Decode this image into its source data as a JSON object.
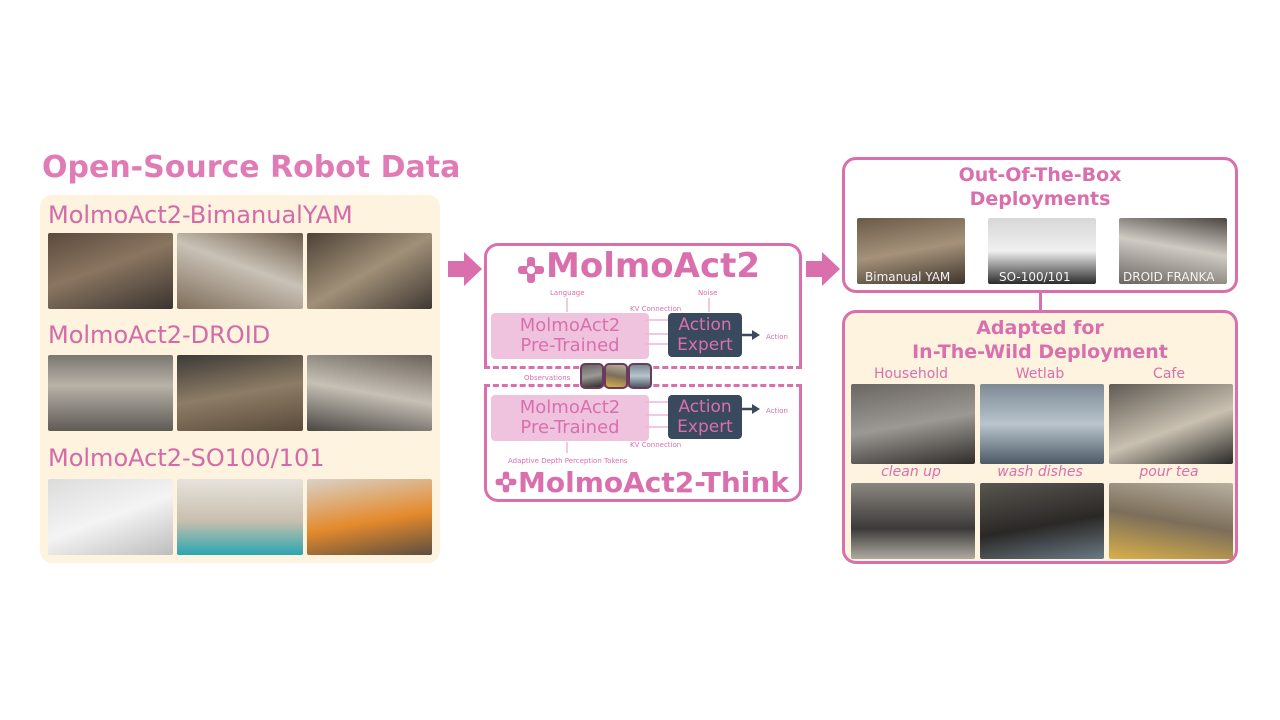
{
  "left": {
    "title": "Open-Source Robot Data",
    "datasets": [
      {
        "label": "MolmoAct2-BimanualYAM"
      },
      {
        "label": "MolmoAct2-DROID"
      },
      {
        "label": "MolmoAct2-SO100/101"
      }
    ]
  },
  "model": {
    "name": "MolmoAct2",
    "think_name": "MolmoAct2-Think",
    "language_label": "Language",
    "noise_label": "Noise",
    "kv_label_top": "KV Connection",
    "kv_label_bottom": "KV Connection",
    "observations_label": "Observations",
    "depth_label": "Adaptive Depth Perception Tokens",
    "action_label_top": "Action",
    "action_label_bottom": "Action",
    "pretrained_line1": "MolmoAct2",
    "pretrained_line2": "Pre-Trained",
    "expert_line1": "Action",
    "expert_line2": "Expert"
  },
  "deploy": {
    "title_line1": "Out-Of-The-Box",
    "title_line2": "Deployments",
    "items": [
      {
        "label": "Bimanual YAM"
      },
      {
        "label": "SO-100/101"
      },
      {
        "label": "DROID FRANKA"
      }
    ]
  },
  "wild": {
    "title_line1": "Adapted for",
    "title_line2": "In-The-Wild Deployment",
    "settings": [
      {
        "label": "Household",
        "task": "clean up"
      },
      {
        "label": "Wetlab",
        "task": "wash dishes"
      },
      {
        "label": "Cafe",
        "task": "pour tea"
      }
    ]
  },
  "colors": {
    "accent": "#d96fac",
    "panel_bg": "#fdf3de",
    "expert_bg": "#3a4a5e"
  }
}
